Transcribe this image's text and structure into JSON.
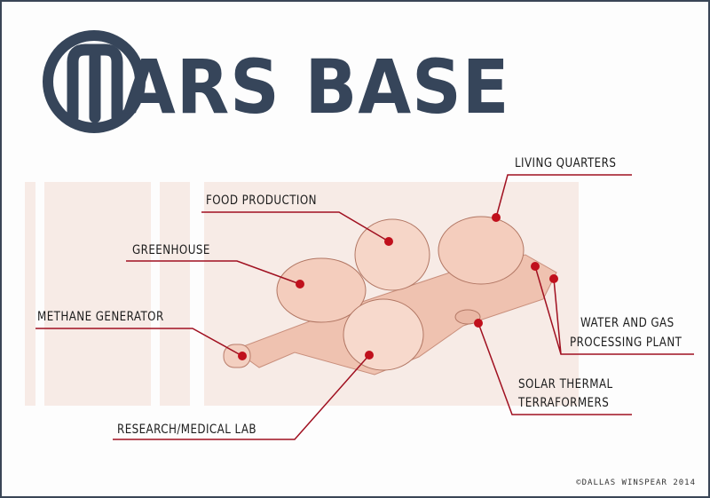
{
  "title": "ARS BASE",
  "logo_letter": "M",
  "labels": {
    "living_quarters": "LIVING QUARTERS",
    "food_production": "FOOD PRODUCTION",
    "greenhouse": "GREENHOUSE",
    "methane_generator": "METHANE GENERATOR",
    "research_lab": "RESEARCH/MEDICAL LAB",
    "solar_thermal_1": "SOLAR THERMAL",
    "solar_thermal_2": "TERRAFORMERS",
    "water_gas_1": "WATER AND GAS",
    "water_gas_2": "PROCESSING PLANT"
  },
  "copyright": "©DALLAS WINSPEAR 2014",
  "colors": {
    "brand": "#36455a",
    "leader": "#a01020",
    "panel": "#f7ebe6",
    "base": "#efc2b0"
  }
}
